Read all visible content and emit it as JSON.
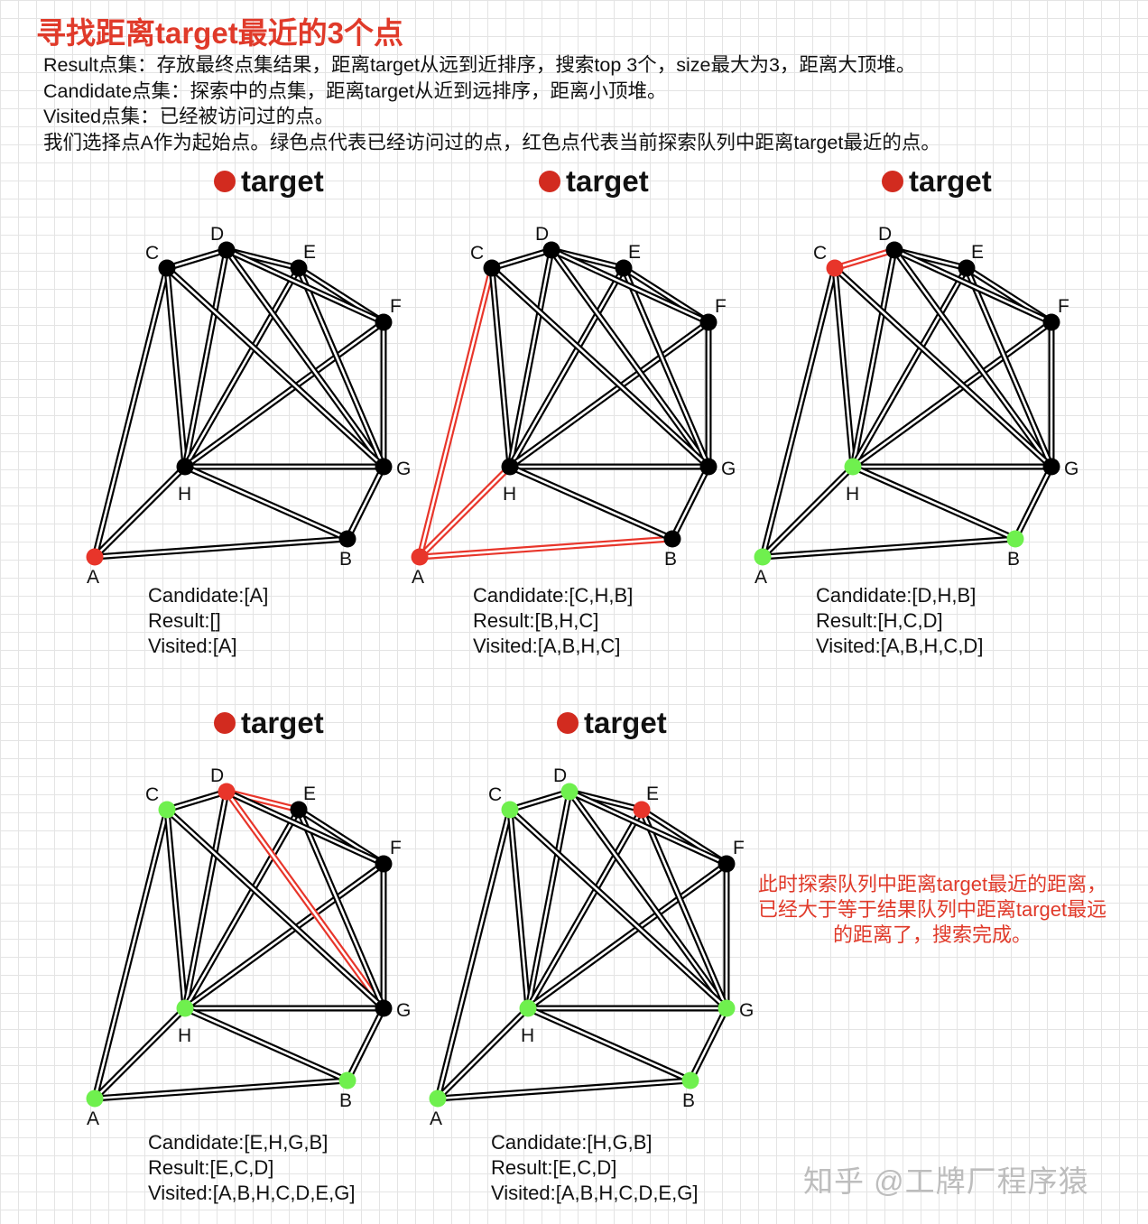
{
  "title": "寻找距离target最近的3个点",
  "intro": [
    "Result点集：存放最终点集结果，距离target从远到近排序，搜索top 3个，size最大为3，距离大顶堆。",
    "Candidate点集：探索中的点集，距离target从近到远排序，距离小顶堆。",
    "Visited点集：已经被访问过的点。",
    "我们选择点A作为起始点。绿色点代表已经访问过的点，红色点代表当前探索队列中距离target最近的点。"
  ],
  "colors": {
    "unvisited": "#000000",
    "visited": "#6ff04e",
    "current": "#e8352a",
    "highlight_edge": "#e8352a",
    "target_dot": "#d22b1f",
    "title": "#e03a2a"
  },
  "graph": {
    "nodes": [
      "A",
      "B",
      "C",
      "D",
      "E",
      "F",
      "G",
      "H"
    ],
    "edges": [
      [
        "C",
        "D"
      ],
      [
        "D",
        "E"
      ],
      [
        "E",
        "F"
      ],
      [
        "F",
        "G"
      ],
      [
        "G",
        "B"
      ],
      [
        "B",
        "A"
      ],
      [
        "A",
        "C"
      ],
      [
        "A",
        "H"
      ],
      [
        "C",
        "H"
      ],
      [
        "D",
        "H"
      ],
      [
        "E",
        "H"
      ],
      [
        "F",
        "H"
      ],
      [
        "H",
        "G"
      ],
      [
        "H",
        "B"
      ],
      [
        "D",
        "G"
      ],
      [
        "E",
        "G"
      ],
      [
        "C",
        "G"
      ],
      [
        "D",
        "F"
      ]
    ]
  },
  "panels": [
    {
      "target_label": "target",
      "node_states": {
        "A": "current",
        "B": "unvisited",
        "C": "unvisited",
        "D": "unvisited",
        "E": "unvisited",
        "F": "unvisited",
        "G": "unvisited",
        "H": "unvisited"
      },
      "highlight_edges": [],
      "candidate": "Candidate:[A]",
      "result": "Result:[]",
      "visited": "Visited:[A]"
    },
    {
      "target_label": "target",
      "node_states": {
        "A": "current",
        "B": "unvisited",
        "C": "unvisited",
        "D": "unvisited",
        "E": "unvisited",
        "F": "unvisited",
        "G": "unvisited",
        "H": "unvisited"
      },
      "highlight_edges": [
        [
          "A",
          "C"
        ],
        [
          "A",
          "H"
        ],
        [
          "A",
          "B"
        ]
      ],
      "candidate": "Candidate:[C,H,B]",
      "result": "Result:[B,H,C]",
      "visited": "Visited:[A,B,H,C]"
    },
    {
      "target_label": "target",
      "node_states": {
        "A": "visited",
        "B": "visited",
        "C": "current",
        "D": "unvisited",
        "E": "unvisited",
        "F": "unvisited",
        "G": "unvisited",
        "H": "visited"
      },
      "highlight_edges": [
        [
          "C",
          "D"
        ]
      ],
      "candidate": "Candidate:[D,H,B]",
      "result": "Result:[H,C,D]",
      "visited": "Visited:[A,B,H,C,D]"
    },
    {
      "target_label": "target",
      "node_states": {
        "A": "visited",
        "B": "visited",
        "C": "visited",
        "D": "current",
        "E": "unvisited",
        "F": "unvisited",
        "G": "unvisited",
        "H": "visited"
      },
      "highlight_edges": [
        [
          "D",
          "E"
        ],
        [
          "D",
          "G"
        ]
      ],
      "candidate": "Candidate:[E,H,G,B]",
      "result": "Result:[E,C,D]",
      "visited": "Visited:[A,B,H,C,D,E,G]"
    },
    {
      "target_label": "target",
      "node_states": {
        "A": "visited",
        "B": "visited",
        "C": "visited",
        "D": "visited",
        "E": "current",
        "F": "unvisited",
        "G": "visited",
        "H": "visited"
      },
      "highlight_edges": [],
      "candidate": "Candidate:[H,G,B]",
      "result": "Result:[E,C,D]",
      "visited": "Visited:[A,B,H,C,D,E,G]"
    }
  ],
  "note": "此时探索队列中距离target最近的距离，已经大于等于结果队列中距离target最远的距离了，搜索完成。",
  "watermark": "知乎 @工牌厂程序猿"
}
